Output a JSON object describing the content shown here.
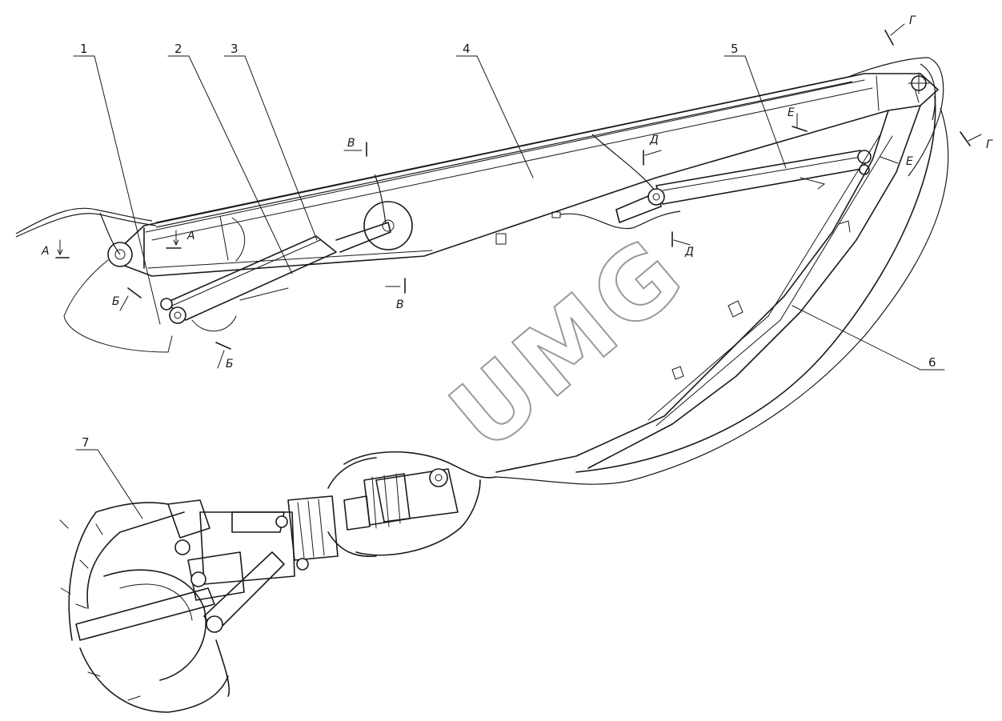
{
  "drawing": {
    "watermark": "UMG",
    "callouts": [
      "1",
      "2",
      "3",
      "4",
      "5",
      "6",
      "7"
    ],
    "sections": {
      "a": "А",
      "b": "Б",
      "v": "В",
      "g": "Г",
      "d": "Д",
      "e": "Е"
    }
  }
}
